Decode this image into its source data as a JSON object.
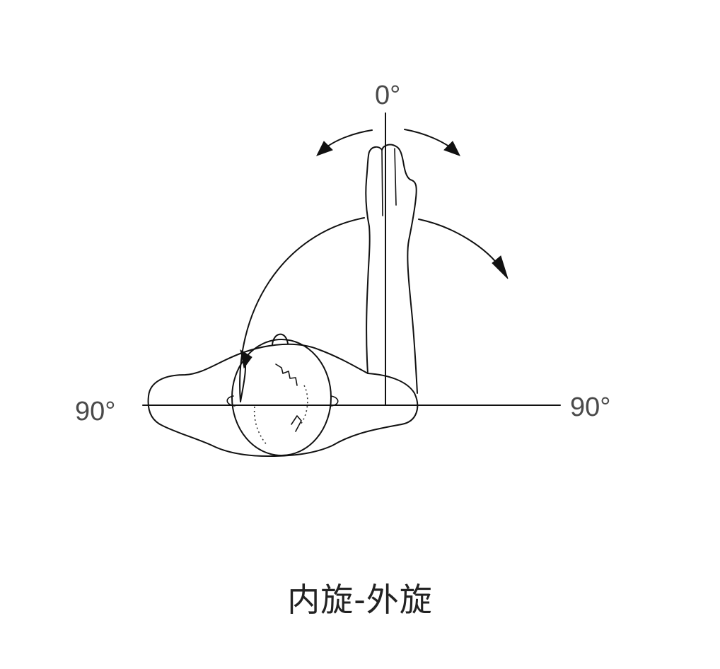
{
  "figure": {
    "label_top": "0°",
    "label_left": "90°",
    "label_right": "90°"
  },
  "caption": "内旋-外旋"
}
